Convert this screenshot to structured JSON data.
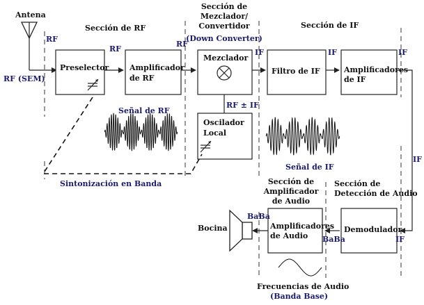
{
  "labels": {
    "antenna": "Antena",
    "rf_sem": "RF (SEM)",
    "rf_section": "Sección de RF",
    "mixer_section": [
      "Sección de",
      "Mezclador/",
      "Convertidor"
    ],
    "down_converter": "(Down Converter)",
    "if_section": "Sección de IF",
    "rf_signal": "Señal de RF",
    "if_signal": "Señal de IF",
    "band_tuning": "Sintonización en Banda",
    "audio_amp_section": [
      "Sección de",
      "Amplificador",
      "de Audio"
    ],
    "detection_section": [
      "Sección de",
      "Detección de Audio"
    ],
    "speaker": "Bocina",
    "audio_freq": "Frecuencias de Audio",
    "baseband": "(Banda Base)"
  },
  "blocks": {
    "preselector": [
      "Preselector"
    ],
    "rf_amp": [
      "Amplificador",
      "de RF"
    ],
    "mixer": [
      "Mezclador"
    ],
    "local_osc": [
      "Oscilador",
      "Local"
    ],
    "if_filter": [
      "Filtro de IF"
    ],
    "if_amps": [
      "Amplificadores",
      "de IF"
    ],
    "demodulator": [
      "Demodulador"
    ],
    "audio_amps": [
      "Amplificadores",
      "de Audio"
    ]
  },
  "signals": {
    "rf": "RF",
    "if": "IF",
    "baba": "BaBa",
    "rf_pm_if": "RF ± IF"
  },
  "colors": {
    "text": "#111111",
    "signal_label": "#1a1a6e"
  },
  "icons": [
    "antenna-icon",
    "variable-capacitor-icon",
    "mixer-icon",
    "speaker-icon",
    "sine-wave-icon",
    "modulated-wave-icon"
  ]
}
